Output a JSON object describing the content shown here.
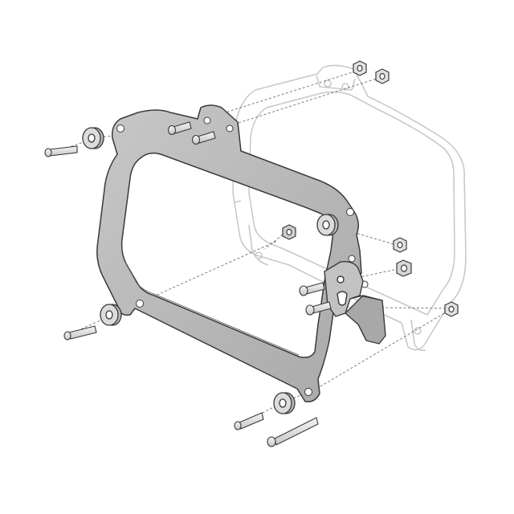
{
  "diagram": {
    "kind": "exploded-view assembly illustration",
    "colors": {
      "background": "#ffffff",
      "bracket_fill": "#b9b9b9",
      "outline": "#3a3a3a",
      "ghost_outline": "#c8c8c8",
      "leader_line": "#6a6a6a",
      "washer_fill": "#d0d0d0",
      "bolt_fill": "#e6e6e6"
    },
    "parts": [
      "background-housing-outline",
      "mounting-bracket-frame",
      "angled-side-plate",
      "washer-spacers",
      "bolts",
      "nuts",
      "long-rod"
    ]
  }
}
